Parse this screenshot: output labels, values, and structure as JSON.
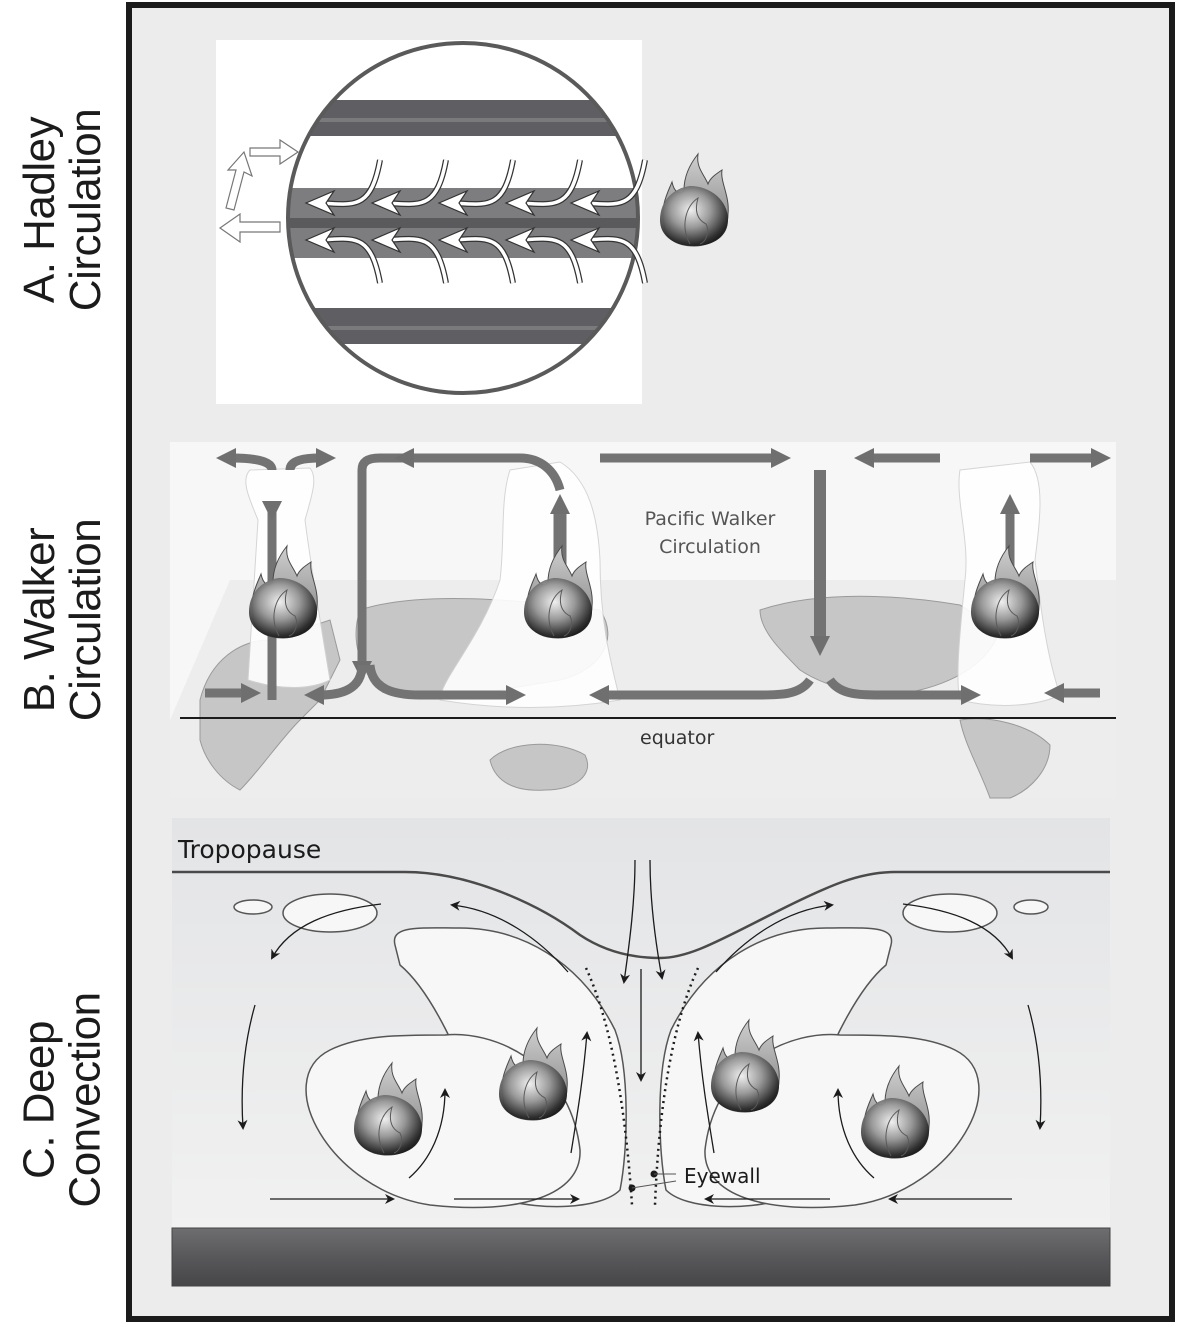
{
  "panels": {
    "a": {
      "label_line1": "A. Hadley",
      "label_line2": "Circulation",
      "icons": [
        "globe-icon",
        "flame-icon",
        "trade-wind-arrow-icon",
        "circulation-cell-arrow-icon"
      ]
    },
    "b": {
      "label_line1": "B. Walker",
      "label_line2": "Circulation",
      "title_line1": "Pacific Walker",
      "title_line2": "Circulation",
      "equator_label": "equator",
      "icons": [
        "world-map-icon",
        "flame-icon",
        "cloud-column-icon",
        "circulation-arrow-icon"
      ]
    },
    "c": {
      "label_line1": "C. Deep",
      "label_line2": "Convection",
      "tropopause_label": "Tropopause",
      "eyewall_label": "Eyewall",
      "icons": [
        "flame-icon",
        "circulation-loop-icon",
        "eyewall-dotted-line-icon",
        "ground-surface-icon"
      ]
    }
  },
  "colors": {
    "frame": "#1b1b1b",
    "background": "#ececec",
    "band_dark": "#5f5f63",
    "band_mid": "#7d7d80",
    "arrow_gray": "#737373",
    "ground": "#505053"
  }
}
